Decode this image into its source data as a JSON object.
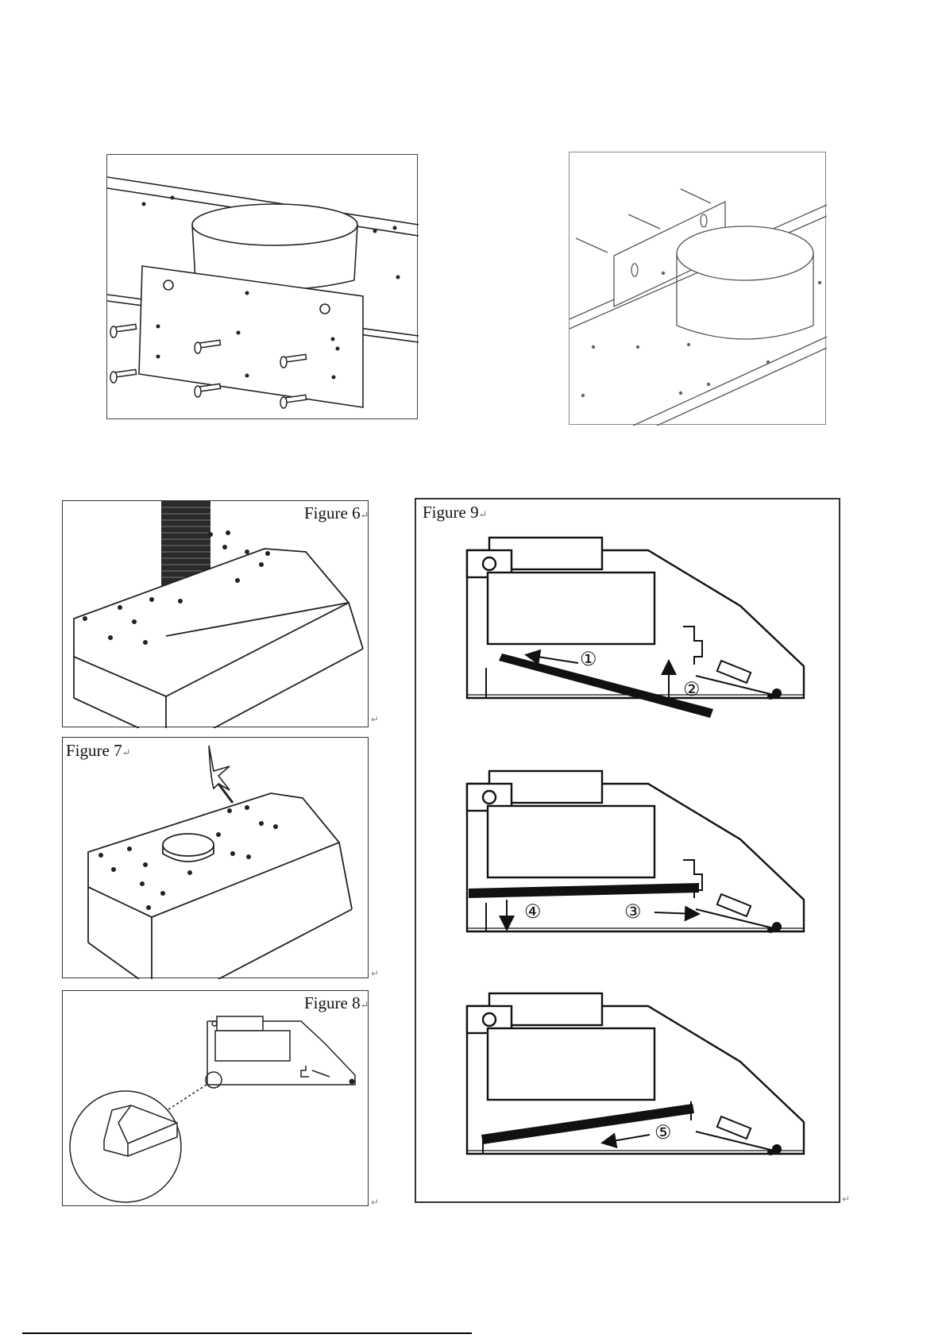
{
  "figures": {
    "fig6": {
      "label": "Figure 6",
      "mark": "↵"
    },
    "fig7": {
      "label": "Figure 7",
      "mark": "↵"
    },
    "fig8": {
      "label": "Figure 8",
      "mark": "↵"
    },
    "fig9": {
      "label": "Figure 9",
      "mark": "↵"
    }
  },
  "steps": [
    "①",
    "②",
    "③",
    "④",
    "⑤"
  ],
  "paragraph_mark": "↵",
  "colors": {
    "line": "#222222",
    "filter": "#111111",
    "frame": "#333333"
  }
}
